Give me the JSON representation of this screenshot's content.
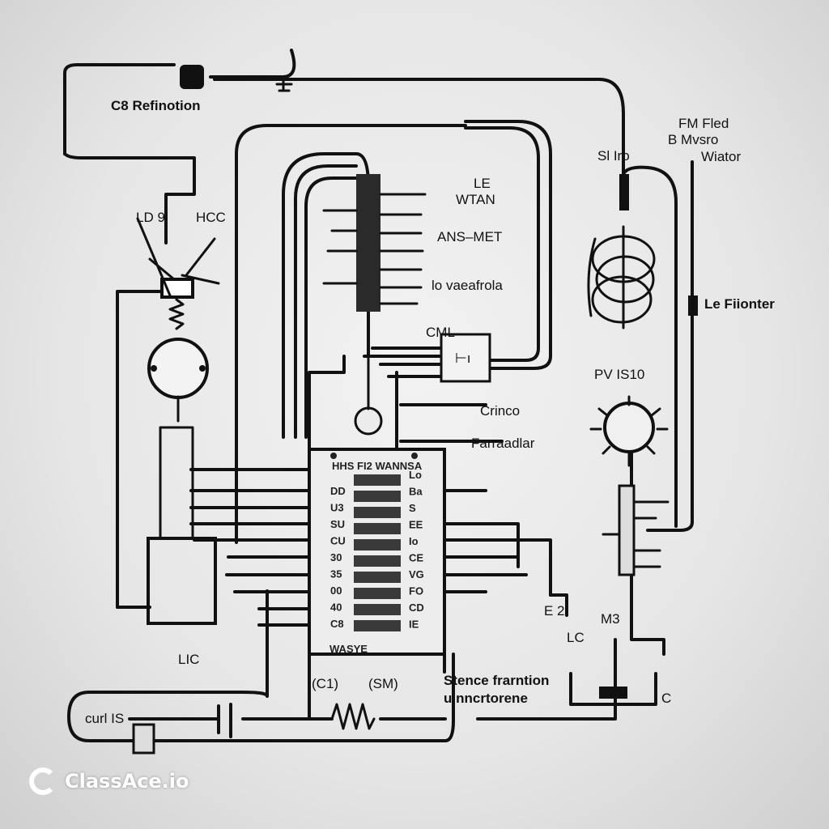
{
  "labels": {
    "top_left": "C8 Refinotion",
    "fm_fled": "FM Fled",
    "b_mvsro": "B Mvsro",
    "wiator": "Wiator",
    "sl_iro": "Sl Iro",
    "le": "LE",
    "wtan": "WTAN",
    "ans_met": "ANS–MET",
    "ld9": "LD 9",
    "hcc": "HCC",
    "vaeafrola": "lo vaeafrola",
    "le_fiionter": "Le Fiionter",
    "cml": "CML",
    "pv_is10": "PV IS10",
    "crinco": "Crinco",
    "farraadlar": "Farraadlar",
    "lic": "LIC",
    "e2": "E 2",
    "lc": "LC",
    "m3": "M3",
    "c": "C",
    "curl_is": "curl IS",
    "stence": "Stence frarntion",
    "ulnncrtorene": "ulnncrtorene",
    "c1": "(C1)",
    "sm": "(SM)"
  },
  "chip": {
    "header": "HHS FI2 WANNSA",
    "footer": "WASYE",
    "left_pins": [
      "DD",
      "U3",
      "SU",
      "CU",
      "30",
      "35",
      "00",
      "40",
      "C8"
    ],
    "right_pins": [
      "Lo",
      "Ba",
      "S",
      "EE",
      "Io",
      "CE",
      "VG",
      "FO",
      "CD",
      "IE"
    ]
  },
  "watermark": "ClassAce.io"
}
